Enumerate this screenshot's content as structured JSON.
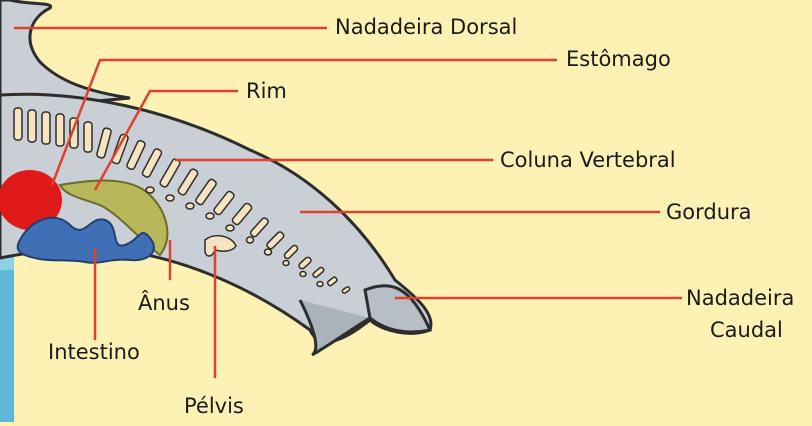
{
  "labels": {
    "dorsal_fin": "Nadadeira Dorsal",
    "stomach": "Estômago",
    "kidney": "Rim",
    "spine": "Coluna Vertebral",
    "fat": "Gordura",
    "caudal_fin_line1": "Nadadeira",
    "caudal_fin_line2": "Caudal",
    "anus": "Ânus",
    "intestine": "Intestino",
    "pelvis": "Pélvis"
  },
  "colors": {
    "background": "#fdf2b4",
    "body": "#c9cfd5",
    "outline": "#2d2d2d",
    "leader_line": "#e0402e",
    "stomach": "#b8b85a",
    "heart": "#e01a1a",
    "intestine": "#3f6fb5",
    "bone": "#f6e4c0",
    "water": "#5fb8d8"
  }
}
